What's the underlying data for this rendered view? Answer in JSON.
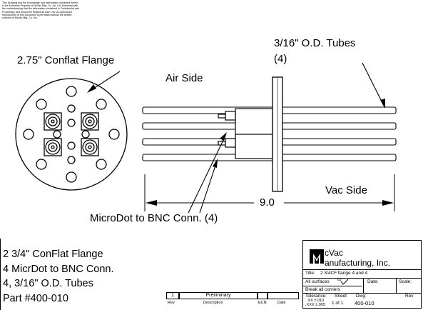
{
  "confidentiality": "This Drawing and the Knowledge and information contained herein, is the Exclusive Property of McVac Mfg. Co. Inc. It is furnished with the understanding that the information contained is Confidential and Proprietary, and should be treated as such. No Un-authorized reproduction of this Document is permitted without the written consent of McVac Mfg. Co. Inc.",
  "labels": {
    "flange": "2.75\" Conflat Flange",
    "tubes": "3/16\" O.D. Tubes",
    "tubes_count": "(4)",
    "air_side": "Air Side",
    "vac_side": "Vac Side",
    "dimension": "9.0",
    "connector": "MicroDot to BNC Conn. (4)"
  },
  "notes": [
    "2 3/4\" ConFlat Flange",
    "4 MicrDot to BNC Conn.",
    "4, 3/16\" O.D. Tubes",
    "Part #400-010"
  ],
  "revision": {
    "rev": "1",
    "description": "Preliminary",
    "headers": [
      "Rev",
      "Description",
      "ECN",
      "Date"
    ]
  },
  "title_block": {
    "company_line1": "cVac",
    "company_line2": "anufacturing, Inc.",
    "title_label": "Title:",
    "title_value": "2 3/4CF flange 4 and 4",
    "surfaces": "All surfaces",
    "finish": "63",
    "date_label": "Date:",
    "scale_label": "Scale:",
    "break_corners": "Break all corners",
    "tolerance_label": "Tolerance:",
    "tol_xx": ".XX  ±.010",
    "tol_xxx": ".XXX  ±.005",
    "sheet_label": "Sheet",
    "sheet_value": "1  of  1",
    "dwg_label": "Dwg:",
    "dwg_value": "400-010",
    "rev_label": "Rev"
  }
}
